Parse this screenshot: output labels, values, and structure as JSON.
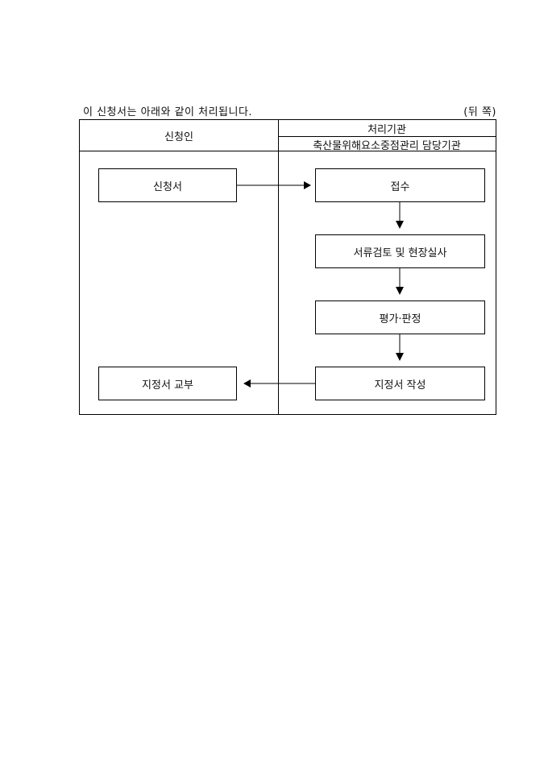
{
  "caption": {
    "left": "이 신청서는 아래와 같이 처리됩니다.",
    "right": "(뒤 쪽)"
  },
  "header": {
    "applicant": "신청인",
    "processor": "처리기관",
    "processor_sub": "축산물위해요소중점관리 담당기관"
  },
  "flow": {
    "application": "신청서",
    "receipt": "접수",
    "review": "서류검토 및 현장실사",
    "evaluation": "평가·판정",
    "designation_prep": "지정서 작성",
    "designation_issue": "지정서 교부"
  }
}
